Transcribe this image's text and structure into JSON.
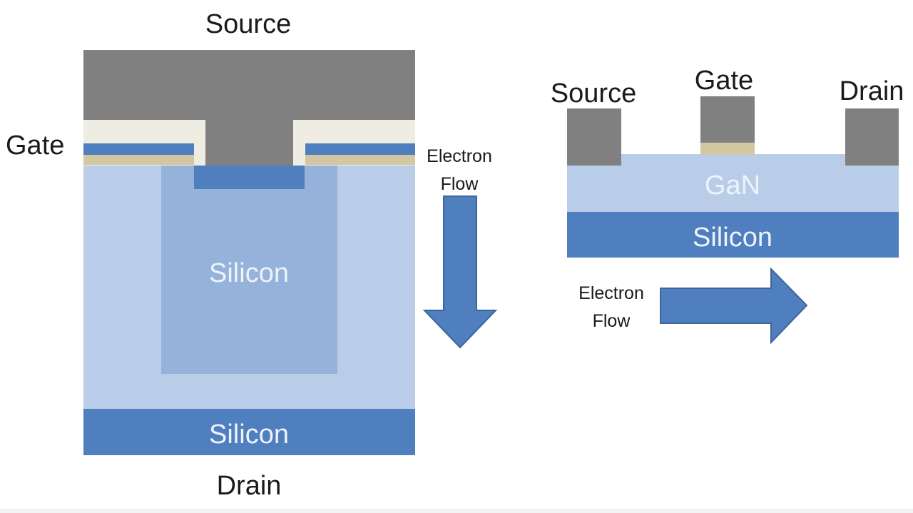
{
  "left_device": {
    "source_label": "Source",
    "gate_label": "Gate",
    "drain_label": "Drain",
    "silicon_body_label": "Silicon",
    "silicon_substrate_label": "Silicon",
    "electron_flow_line1": "Electron",
    "electron_flow_line2": "Flow",
    "arrow_direction": "down"
  },
  "right_device": {
    "source_label": "Source",
    "gate_label": "Gate",
    "drain_label": "Drain",
    "gan_label": "GaN",
    "silicon_label": "Silicon",
    "electron_flow_line1": "Electron",
    "electron_flow_line2": "Flow",
    "arrow_direction": "right"
  },
  "colors": {
    "metal": "#808080",
    "oxide": "#efede2",
    "gate_blue": "#4f7fbf",
    "gate_tan": "#d2c7a0",
    "light_silicon": "#b9cde8",
    "mid_silicon": "#95b2da",
    "dark_silicon": "#4f7fbf",
    "arrow_fill": "#4f7fbf",
    "arrow_stroke": "#3f6698"
  }
}
